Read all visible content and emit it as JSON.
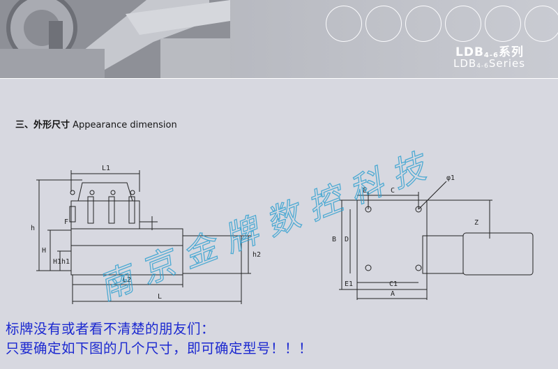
{
  "header": {
    "series_cn_main": "LDB",
    "series_cn_sub": "4-6",
    "series_cn_suffix": "系列",
    "series_en_main": "LDB",
    "series_en_sub": "4-6",
    "series_en_suffix": "Series"
  },
  "section": {
    "title_cn": "三、外形尺寸",
    "title_en": "Appearance dimension"
  },
  "drawing_labels": {
    "L1": "L1",
    "F": "F",
    "h": "h",
    "H": "H",
    "H1": "H1",
    "h1": "h1",
    "h2": "h2",
    "L2": "L2",
    "L": "L",
    "E": "E",
    "C": "C",
    "d1": "φ1",
    "B": "B",
    "D": "D",
    "E1": "E1",
    "C1": "C1",
    "A": "A",
    "Z": "Z"
  },
  "watermark": "南京金牌数控科技",
  "notice": {
    "line1": "标牌没有或者看不清楚的朋友们：",
    "line2": "只要确定如下图的几个尺寸，即可确定型号！！！"
  }
}
